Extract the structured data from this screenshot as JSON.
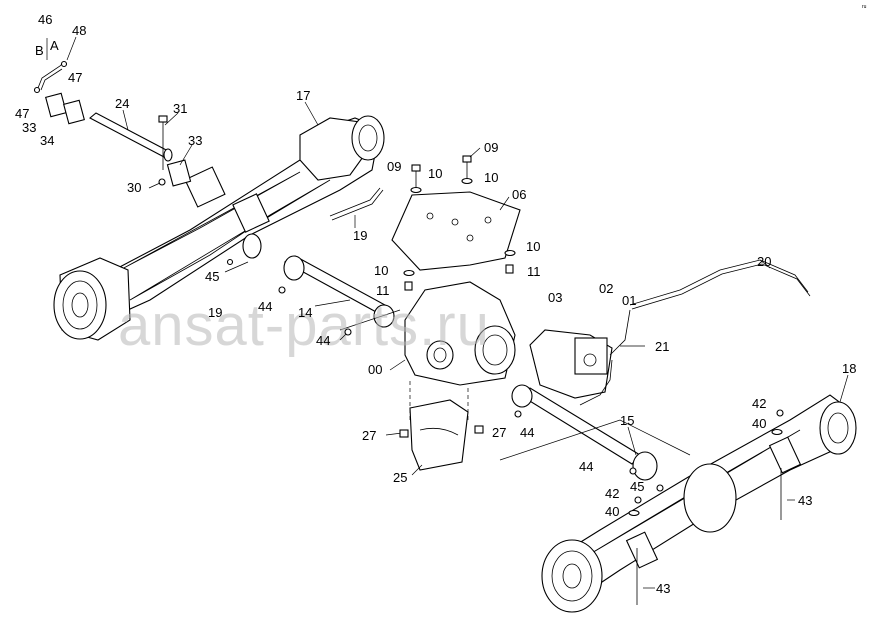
{
  "watermark": "ansat-parts.ru",
  "corner_mark": "ru",
  "labels": {
    "l46": "46",
    "lB": "B",
    "lA": "A",
    "l48": "48",
    "l47a": "47",
    "l47b": "47",
    "l33a": "33",
    "l34": "34",
    "l24": "24",
    "l31": "31",
    "l33b": "33",
    "l30": "30",
    "l17": "17",
    "l09a": "09",
    "l09b": "09",
    "l10a": "10",
    "l10b": "10",
    "l06": "06",
    "l19a": "19",
    "l10c": "10",
    "l10d": "10",
    "l11a": "11",
    "l11b": "11",
    "l45a": "45",
    "l44a": "44",
    "l19b": "19",
    "l14": "14",
    "l44b": "44",
    "l03": "03",
    "l02": "02",
    "l01": "01",
    "l20": "20",
    "l21": "21",
    "l00": "00",
    "l18": "18",
    "l42a": "42",
    "l40a": "40",
    "l27a": "27",
    "l27b": "27",
    "l44c": "44",
    "l15": "15",
    "l25": "25",
    "l44d": "44",
    "l45b": "45",
    "l42b": "42",
    "l43a": "43",
    "l40b": "40",
    "l43b": "43"
  }
}
